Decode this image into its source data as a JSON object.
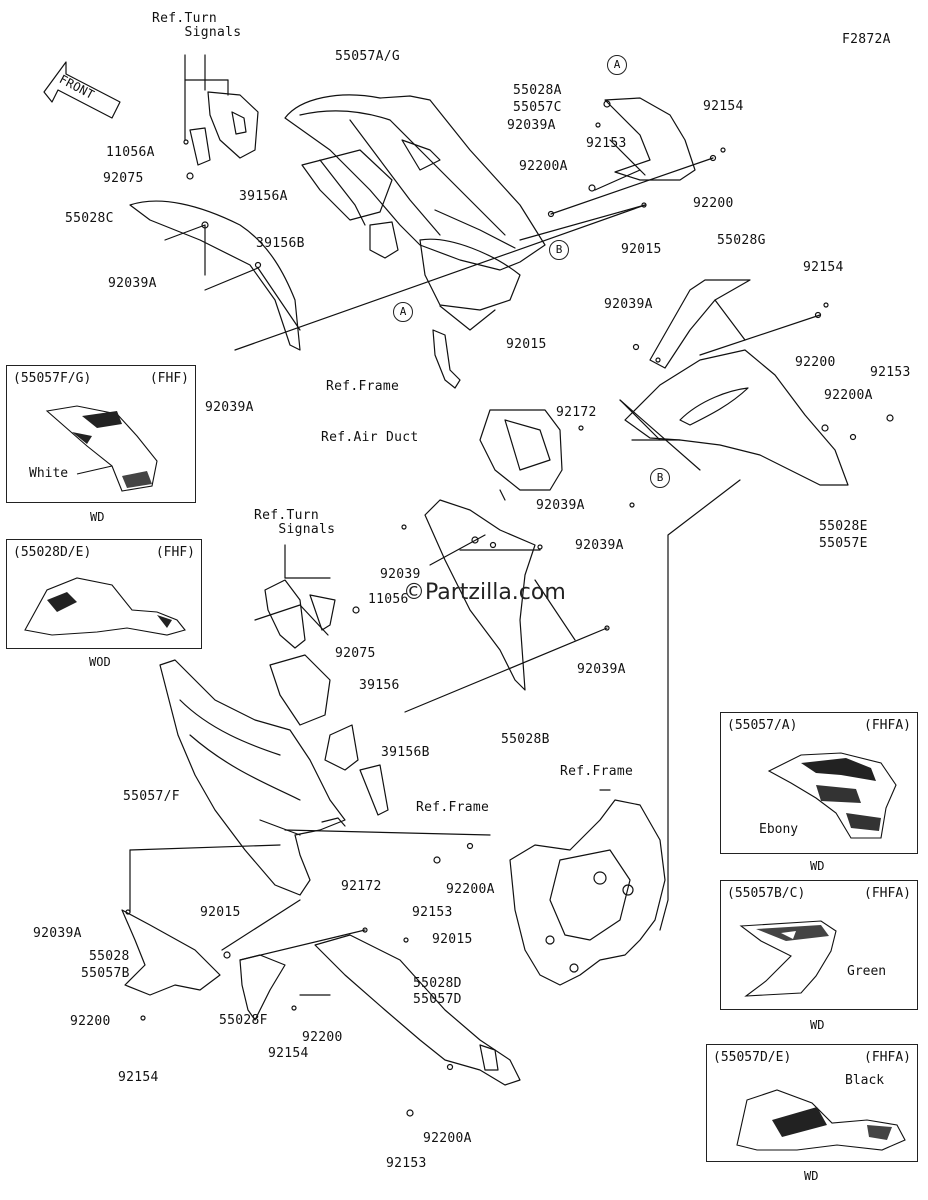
{
  "figure_id": "F2872A",
  "front_arrow": "FRONT",
  "watermark": "©Partzilla.com",
  "callouts": [
    "A",
    "A",
    "B",
    "B"
  ],
  "labels": {
    "ref_turn_signals_1": "Ref.Turn\n    Signals",
    "p_55057AG": "55057A/G",
    "p_11056A": "11056A",
    "p_92075_1": "92075",
    "p_55028C": "55028C",
    "p_92039A_1": "92039A",
    "p_92039A_2": "92039A",
    "p_39156A": "39156A",
    "p_39156B_1": "39156B",
    "p_55028A": "55028A",
    "p_55057C": "55057C",
    "p_92039A_3": "92039A",
    "p_92153_1": "92153",
    "p_92154_1": "92154",
    "p_92200A_1": "92200A",
    "p_92200_1": "92200",
    "p_92015_1": "92015",
    "p_92015_2": "92015",
    "p_55028G": "55028G",
    "p_92154_2": "92154",
    "p_92039A_4": "92039A",
    "p_92200_2": "92200",
    "p_92153_2": "92153",
    "p_92200A_2": "92200A",
    "ref_frame_1": "Ref.Frame",
    "ref_air_duct": "Ref.Air Duct",
    "p_92172_1": "92172",
    "p_92039A_5": "92039A",
    "p_55028E": "55028E",
    "p_55057E": "55057E",
    "ref_turn_signals_2": "Ref.Turn\n   Signals",
    "p_92039_1": "92039",
    "p_92039A_6": "92039A",
    "p_11056": "11056",
    "p_92075_2": "92075",
    "p_92039A_7": "92039A",
    "p_39156": "39156",
    "p_39156B_2": "39156B",
    "p_55028B": "55028B",
    "p_55057F": "55057/F",
    "ref_frame_2": "Ref.Frame",
    "ref_frame_3": "Ref.Frame",
    "p_92153_3": "92153",
    "p_92200A_3": "92200A",
    "p_92039A_8": "92039A",
    "p_92015_3": "92015",
    "p_92172_2": "92172",
    "p_92015_4": "92015",
    "p_55028": "55028",
    "p_55057B": "55057B",
    "p_55028D": "55028D",
    "p_55057D": "55057D",
    "p_92200_3": "92200",
    "p_92154_3": "92154",
    "p_55028F": "55028F",
    "p_92154_4": "92154",
    "p_92200_4": "92200",
    "p_92200A_4": "92200A",
    "p_92153_4": "92153"
  },
  "inset_boxes": [
    {
      "title": "(55057F/G)",
      "code": "(FHF)",
      "color": "White",
      "caption": "WD"
    },
    {
      "title": "(55028D/E)",
      "code": "(FHF)",
      "color": "",
      "caption": "WOD"
    },
    {
      "title": "(55057/A)",
      "code": "(FHFA)",
      "color": "Ebony",
      "caption": "WD"
    },
    {
      "title": "(55057B/C)",
      "code": "(FHFA)",
      "color": "Green",
      "caption": "WD"
    },
    {
      "title": "(55057D/E)",
      "code": "(FHFA)",
      "color": "Black",
      "caption": "WD"
    }
  ]
}
